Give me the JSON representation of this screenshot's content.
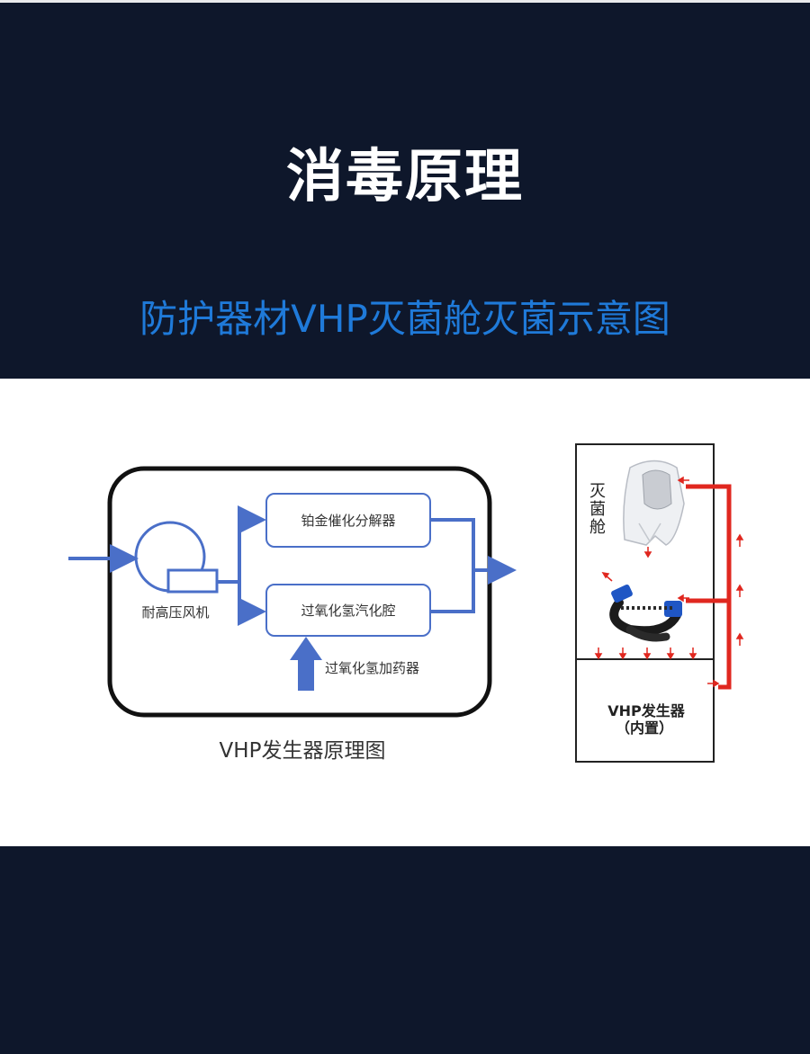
{
  "header": {
    "title": "消毒原理",
    "subtitle": "防护器材VHP灭菌舱灭菌示意图"
  },
  "left_diagram": {
    "caption": "VHP发生器原理图",
    "fan_label": "耐高压风机",
    "top_box_label": "铂金催化分解器",
    "bottom_box_label": "过氧化氢汽化腔",
    "dosing_label": "过氧化氢加药器"
  },
  "right_diagram": {
    "chamber_label": "灭菌舱",
    "generator_label_line1": "VHP发生器",
    "generator_label_line2": "（内置）"
  },
  "colors": {
    "background_dark": "#0e172b",
    "subtitle_blue": "#1f7ad9",
    "flow_blue": "#4a6fc8",
    "return_red": "#e0271f"
  }
}
